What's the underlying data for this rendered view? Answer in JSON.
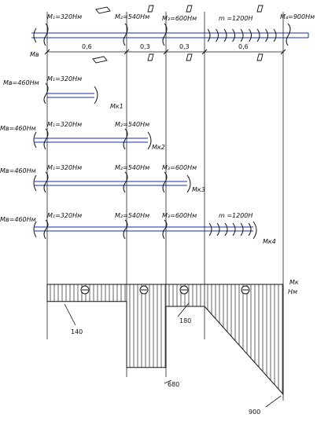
{
  "top_shaft": {
    "moment_labels": [
      "M₁=320Нм",
      "M₂=540Нм",
      "M₃=600Нм",
      "m =1200Н",
      "M₄=900Нм"
    ],
    "support_label": "Мв",
    "dimensions": [
      "0,6",
      "0,3",
      "0,3",
      "0,6"
    ]
  },
  "sections": [
    {
      "left_label": "Мв=460Нм",
      "loads": [
        "M₁=320Нм"
      ],
      "result": "Мк1"
    },
    {
      "left_label": "Мв=460Нм",
      "loads": [
        "M₁=320Нм",
        "M₂=540Нм"
      ],
      "result": "Мк2"
    },
    {
      "left_label": "Мв=460Нм",
      "loads": [
        "M₁=320Нм",
        "M₂=540Нм",
        "M₃=600Нм"
      ],
      "result": "Мк3"
    },
    {
      "left_label": "Мв=460Нм",
      "loads": [
        "M₁=320Нм",
        "M₂=540Нм",
        "M₃=600Нм",
        "m =1200Н"
      ],
      "result": "Мк4"
    }
  ],
  "torque_diagram": {
    "axis_label": "Мк",
    "unit_label": "Нм",
    "values": [
      140,
      680,
      180,
      900
    ],
    "value_labels": [
      "140",
      "680",
      "180",
      "900"
    ]
  }
}
